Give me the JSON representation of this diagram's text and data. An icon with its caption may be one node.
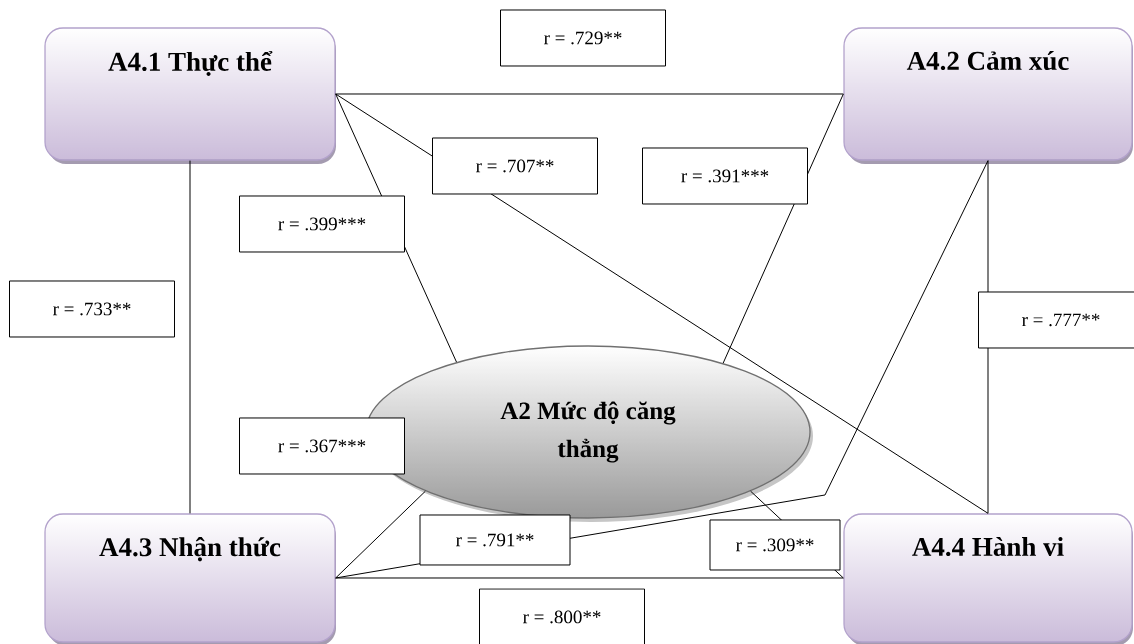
{
  "diagram": {
    "nodes": [
      {
        "text": [
          "A4.1 Thực thể"
        ]
      },
      {
        "text": [
          "A4.2 Cảm xúc"
        ]
      },
      {
        "text": [
          "A2 Mức độ căng thẳng"
        ]
      },
      {
        "text": [
          "A4.3 Nhận thức"
        ]
      },
      {
        "text": [
          "A4.4 Hành vi"
        ]
      }
    ],
    "edges": [
      {
        "from": 0,
        "to": 1,
        "arrow": "none",
        "label": "r = .729**"
      },
      {
        "from": 0,
        "to": 2,
        "arrow": "none",
        "label": "r = .399***"
      },
      {
        "from": 0,
        "to": 4,
        "arrow": "none",
        "label": "r = .707**"
      },
      {
        "from": 1,
        "to": 2,
        "arrow": "none",
        "label": "r = .391***"
      },
      {
        "from": 1,
        "to": 3,
        "arrow": "none",
        "label": "r = .791**"
      },
      {
        "from": 1,
        "to": 4,
        "arrow": "none",
        "label": "r = .777**"
      },
      {
        "from": 0,
        "to": 3,
        "arrow": "none",
        "label": "r = .733**"
      },
      {
        "from": 3,
        "to": 2,
        "arrow": "none",
        "label": "r = .367***"
      },
      {
        "from": 3,
        "to": 4,
        "arrow": "none",
        "label": "r = .800**"
      },
      {
        "from": 2,
        "to": 4,
        "arrow": "none",
        "label": "r = .309**"
      }
    ]
  }
}
